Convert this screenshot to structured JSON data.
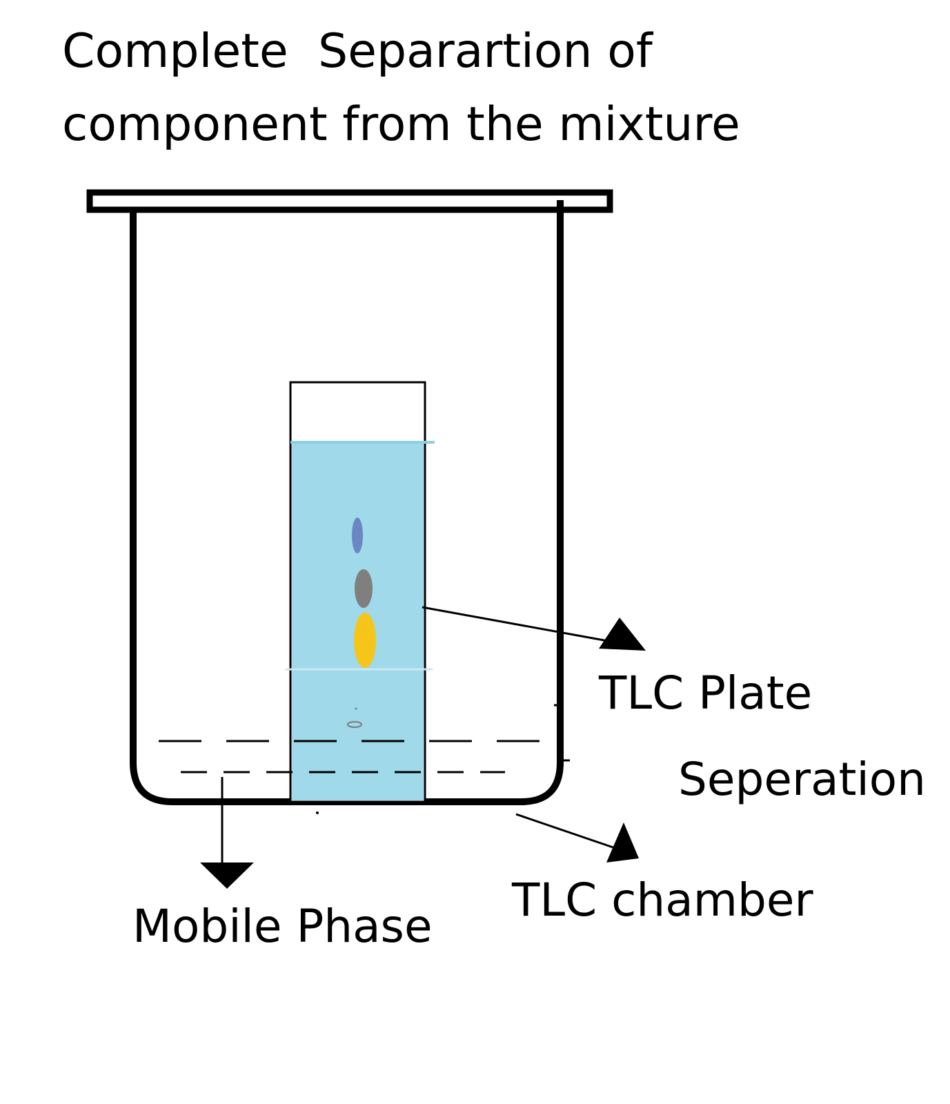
{
  "title": {
    "line1": "Complete  Separartion of",
    "line2": "component from the mixture"
  },
  "labels": {
    "tlc_plate": "TLC Plate",
    "separation": "Seperation",
    "tlc_chamber": "TLC chamber",
    "mobile_phase": "Mobile Phase"
  },
  "colors": {
    "outline": "#000000",
    "plate_fill": "#9fd9ea",
    "solvent_front": "#8ccfe3",
    "spot_top": "#6a87c3",
    "spot_middle": "#7f7f7f",
    "spot_bottom": "#f6c51a",
    "origin_spot": "#7a7a7a"
  },
  "icons": {
    "tlc_plate_pointer": "arrowhead-icon",
    "tlc_chamber_pointer": "arrowhead-icon",
    "mobile_phase_pointer": "arrowhead-icon"
  }
}
